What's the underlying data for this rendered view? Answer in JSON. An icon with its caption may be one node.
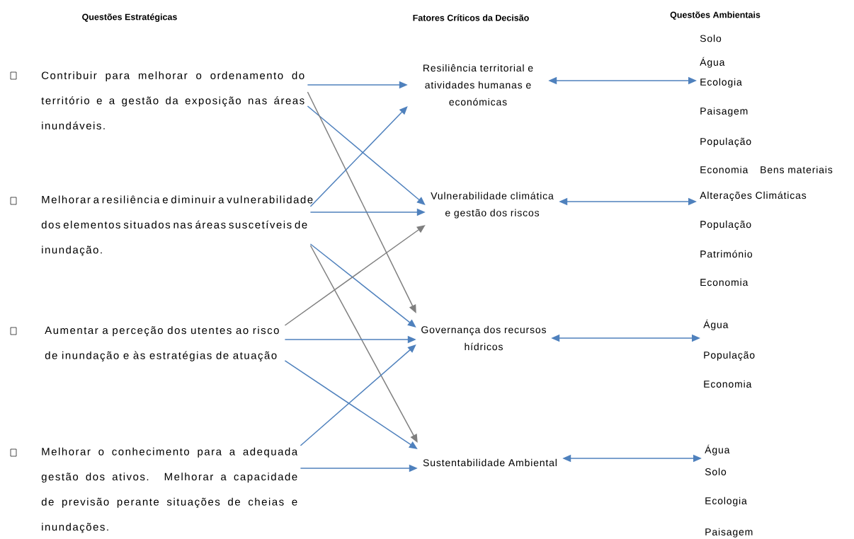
{
  "diagram": {
    "nodes": [
      {
        "text": [
          "Contribuir para melhorar o ordenamento do território e a gestão da exposição nas áreas inundáveis."
        ]
      },
      {
        "text": [
          "Melhorar a resiliência e diminuir a vulnerabilidade dos elementos situados nas áreas suscetíveis de inundação."
        ]
      },
      {
        "text": [
          "Aumentar a perceção dos utentes ao risco de inundação e às estratégias de atuação"
        ]
      },
      {
        "text": [
          "Melhorar o conhecimento para a adequada gestão dos ativos. Melhorar a capacidade de previsão perante situações de cheias e inundações."
        ]
      },
      {
        "text": [
          "Resiliência territorial e atividades humanas e económicas"
        ]
      },
      {
        "text": [
          "Vulnerabilidade climática e gestão dos riscos"
        ]
      },
      {
        "text": [
          "Governança dos recursos hídricos"
        ]
      },
      {
        "text": [
          "Sustentabilidade Ambiental"
        ]
      },
      {
        "text": [
          "Solo",
          "Água",
          "Ecologia",
          "Paisagem",
          "População",
          "Economia",
          "Bens materiais"
        ]
      },
      {
        "text": [
          "Alterações Climáticas",
          "População",
          "Património",
          "Economia"
        ]
      },
      {
        "text": [
          "Água",
          "População",
          "Economia"
        ]
      },
      {
        "text": [
          "Água",
          "Solo",
          "Ecologia",
          "Paisagem"
        ]
      }
    ],
    "edges": [
      {
        "from": 0,
        "to": 4,
        "arrow": "to"
      },
      {
        "from": 0,
        "to": 5,
        "arrow": "to"
      },
      {
        "from": 0,
        "to": 6,
        "arrow": "to",
        "color": "#7f7f7f"
      },
      {
        "from": 1,
        "to": 4,
        "arrow": "to"
      },
      {
        "from": 1,
        "to": 5,
        "arrow": "to"
      },
      {
        "from": 1,
        "to": 6,
        "arrow": "to"
      },
      {
        "from": 1,
        "to": 7,
        "arrow": "to",
        "color": "#7f7f7f"
      },
      {
        "from": 2,
        "to": 5,
        "arrow": "to",
        "color": "#7f7f7f"
      },
      {
        "from": 2,
        "to": 6,
        "arrow": "to"
      },
      {
        "from": 2,
        "to": 7,
        "arrow": "to"
      },
      {
        "from": 3,
        "to": 6,
        "arrow": "to"
      },
      {
        "from": 3,
        "to": 7,
        "arrow": "to"
      },
      {
        "from": 4,
        "to": 8,
        "arrow": "both"
      },
      {
        "from": 5,
        "to": 9,
        "arrow": "both"
      },
      {
        "from": 6,
        "to": 10,
        "arrow": "both"
      },
      {
        "from": 7,
        "to": 11,
        "arrow": "both"
      }
    ],
    "labels": [
      "Questões Estratégicas",
      "Fatores Críticos da Decisão",
      "Questões Ambientais"
    ]
  }
}
